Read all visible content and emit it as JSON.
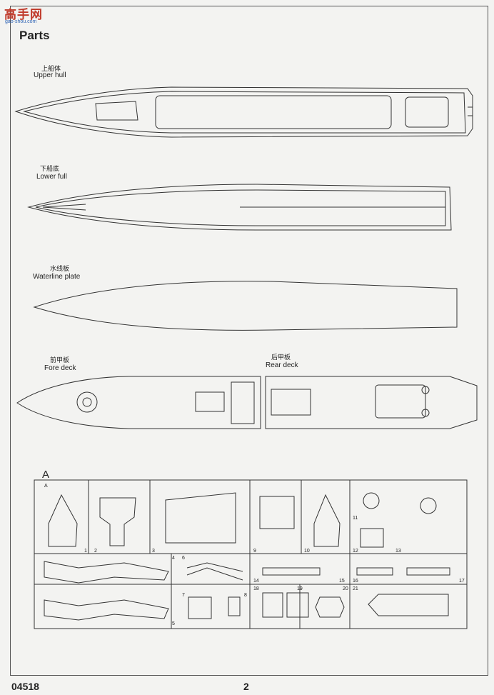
{
  "watermark": {
    "name": "高手网",
    "site": "gao-shou.com"
  },
  "title": "Parts",
  "parts": [
    {
      "cn": "上船体",
      "en": "Upper hull"
    },
    {
      "cn": "下船底",
      "en": "Lower full"
    },
    {
      "cn": "水线板",
      "en": "Waterline plate"
    },
    {
      "cn": "前甲板",
      "en": "Fore deck"
    },
    {
      "cn": "后甲板",
      "en": "Rear deck"
    }
  ],
  "sprue": {
    "letter": "A",
    "corner": "A",
    "numbers": [
      "1",
      "2",
      "3",
      "4",
      "5",
      "6",
      "7",
      "8",
      "9",
      "10",
      "11",
      "12",
      "13",
      "14",
      "15",
      "16",
      "17",
      "18",
      "19",
      "20",
      "21"
    ]
  },
  "footer": {
    "code": "04518",
    "page": "2"
  }
}
